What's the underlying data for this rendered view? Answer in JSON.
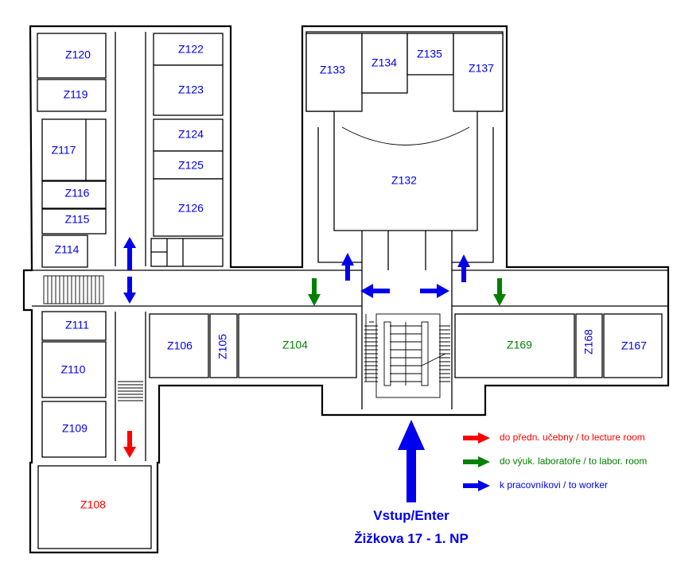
{
  "colors": {
    "blue": "#0000ee",
    "green": "#008000",
    "red": "#ff0000",
    "wall": "#000000"
  },
  "rooms": {
    "z120": {
      "label": "Z120",
      "color": "blue"
    },
    "z119": {
      "label": "Z119",
      "color": "blue"
    },
    "z117": {
      "label": "Z117",
      "color": "blue"
    },
    "z116": {
      "label": "Z116",
      "color": "blue"
    },
    "z115": {
      "label": "Z115",
      "color": "blue"
    },
    "z114": {
      "label": "Z114",
      "color": "blue"
    },
    "z122": {
      "label": "Z122",
      "color": "blue"
    },
    "z123": {
      "label": "Z123",
      "color": "blue"
    },
    "z124": {
      "label": "Z124",
      "color": "blue"
    },
    "z125": {
      "label": "Z125",
      "color": "blue"
    },
    "z126": {
      "label": "Z126",
      "color": "blue"
    },
    "z133": {
      "label": "Z133",
      "color": "blue"
    },
    "z134": {
      "label": "Z134",
      "color": "blue"
    },
    "z135": {
      "label": "Z135",
      "color": "blue"
    },
    "z137": {
      "label": "Z137",
      "color": "blue"
    },
    "z132": {
      "label": "Z132",
      "color": "blue"
    },
    "z111": {
      "label": "Z111",
      "color": "blue"
    },
    "z110": {
      "label": "Z110",
      "color": "blue"
    },
    "z109": {
      "label": "Z109",
      "color": "blue"
    },
    "z108": {
      "label": "Z108",
      "color": "red"
    },
    "z106": {
      "label": "Z106",
      "color": "blue"
    },
    "z105": {
      "label": "Z105",
      "color": "blue"
    },
    "z104": {
      "label": "Z104",
      "color": "green"
    },
    "z169": {
      "label": "Z169",
      "color": "green"
    },
    "z168": {
      "label": "Z168",
      "color": "blue"
    },
    "z167": {
      "label": "Z167",
      "color": "blue"
    }
  },
  "legend": [
    {
      "color": "red",
      "text": "do předn. učebny / to lecture room"
    },
    {
      "color": "green",
      "text": "do výuk. laboratoře / to labor. room"
    },
    {
      "color": "blue",
      "text": "k pracovníkovi / to worker"
    }
  ],
  "entrance": {
    "label": "Vstup/Enter",
    "floor": "Žižkova 17 - 1. NP"
  }
}
